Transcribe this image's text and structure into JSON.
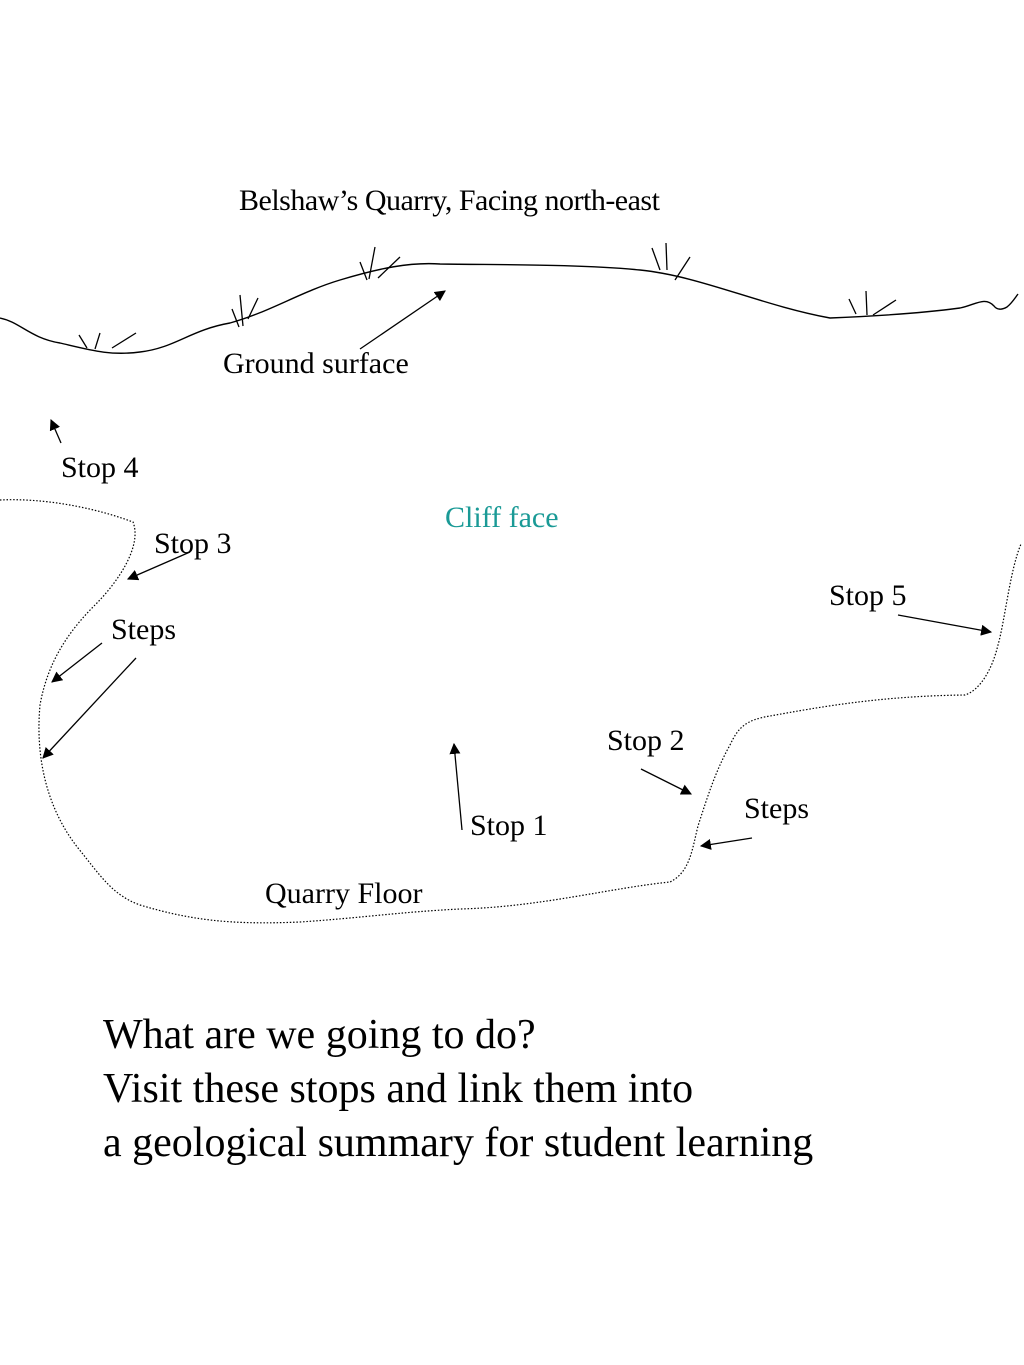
{
  "diagram": {
    "title": "Belshaw’s Quarry, Facing north-east",
    "labels": {
      "ground_surface": "Ground surface",
      "cliff_face": "Cliff face",
      "quarry_floor": "Quarry Floor",
      "stop1": "Stop 1",
      "stop2": "Stop 2",
      "stop3": "Stop 3",
      "stop4": "Stop 4",
      "stop5": "Stop 5",
      "steps_left": "Steps",
      "steps_right": "Steps"
    },
    "colors": {
      "ink": "#000000",
      "cliff_label": "#1a9a96",
      "background": "#ffffff"
    }
  },
  "caption": {
    "line1": "What are we going to do?",
    "line2": "Visit these stops and link them into",
    "line3": "a geological summary for student learning"
  }
}
